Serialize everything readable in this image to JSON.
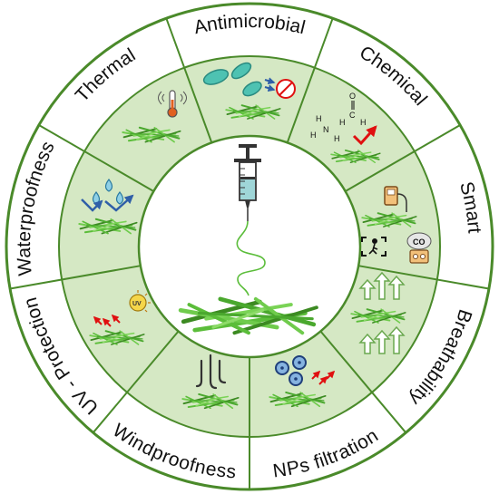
{
  "wheel": {
    "segments": [
      {
        "label": "Antimicrobial"
      },
      {
        "label": "Chemical"
      },
      {
        "label": "Smart"
      },
      {
        "label": "Breathability"
      },
      {
        "label": "NPs filtration"
      },
      {
        "label": "Windproofness"
      },
      {
        "label": "UV - Protection"
      },
      {
        "label": "Waterproofness"
      },
      {
        "label": "Thermal"
      }
    ],
    "badges": {
      "uv": "UV",
      "co": "CO"
    },
    "chemical_formula": {
      "n": "N",
      "h": "H",
      "o": "O",
      "c": "C"
    }
  },
  "colors": {
    "outer_ring": "#ffffff",
    "inner_ring": "#d5e8c4",
    "border": "#4a8a2a",
    "fiber": "#5bbd3a",
    "fiber_dark": "#3c8a22",
    "accent_red": "#e01010",
    "accent_blue": "#2f5fa8",
    "syringe_fluid": "#9fd6d8",
    "bacteria": "#4ec2b2"
  }
}
